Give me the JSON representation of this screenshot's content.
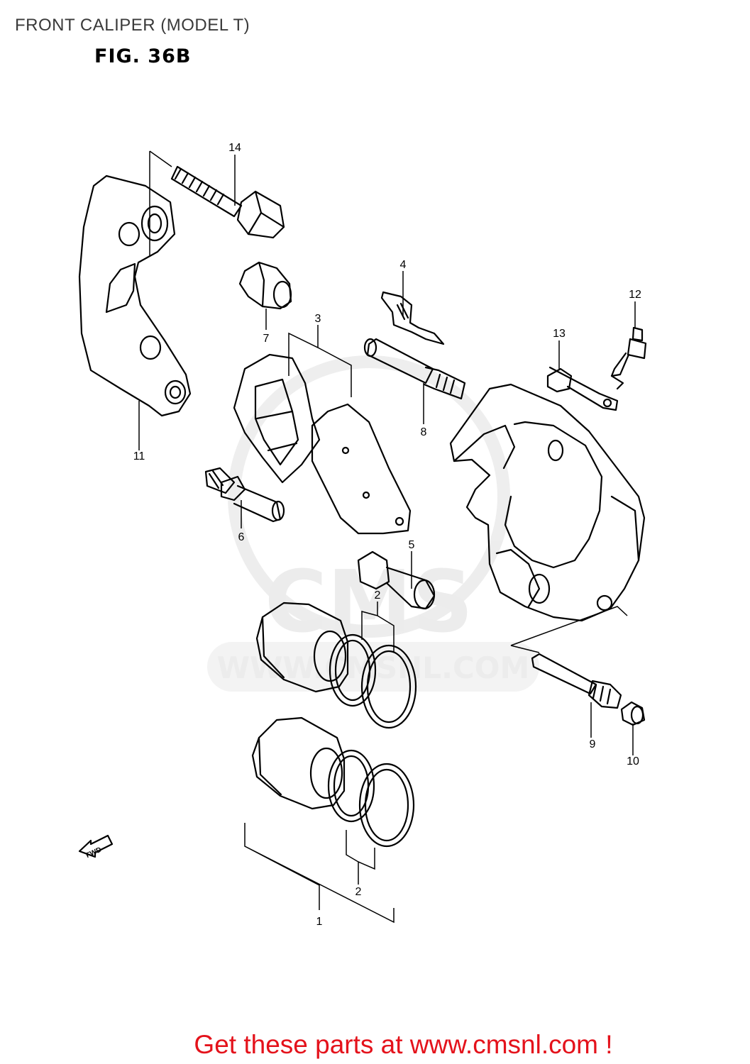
{
  "header": {
    "title": "FRONT CALIPER (MODEL T)",
    "figure": "FIG. 36B"
  },
  "watermark": {
    "logo": "CMS",
    "url": "WWW.CMSNL.COM"
  },
  "direction_marker": "FWD",
  "callouts": [
    {
      "id": "c14",
      "label": "14"
    },
    {
      "id": "c4",
      "label": "4"
    },
    {
      "id": "c12",
      "label": "12"
    },
    {
      "id": "c13",
      "label": "13"
    },
    {
      "id": "c3",
      "label": "3"
    },
    {
      "id": "c7",
      "label": "7"
    },
    {
      "id": "c8",
      "label": "8"
    },
    {
      "id": "c11",
      "label": "11"
    },
    {
      "id": "c6",
      "label": "6"
    },
    {
      "id": "c5",
      "label": "5"
    },
    {
      "id": "c2a",
      "label": "2"
    },
    {
      "id": "c9",
      "label": "9"
    },
    {
      "id": "c10",
      "label": "10"
    },
    {
      "id": "c2b",
      "label": "2"
    },
    {
      "id": "c1",
      "label": "1"
    }
  ],
  "footer": {
    "cta": "Get these parts at www.cmsnl.com !",
    "color": "#e4121b"
  }
}
